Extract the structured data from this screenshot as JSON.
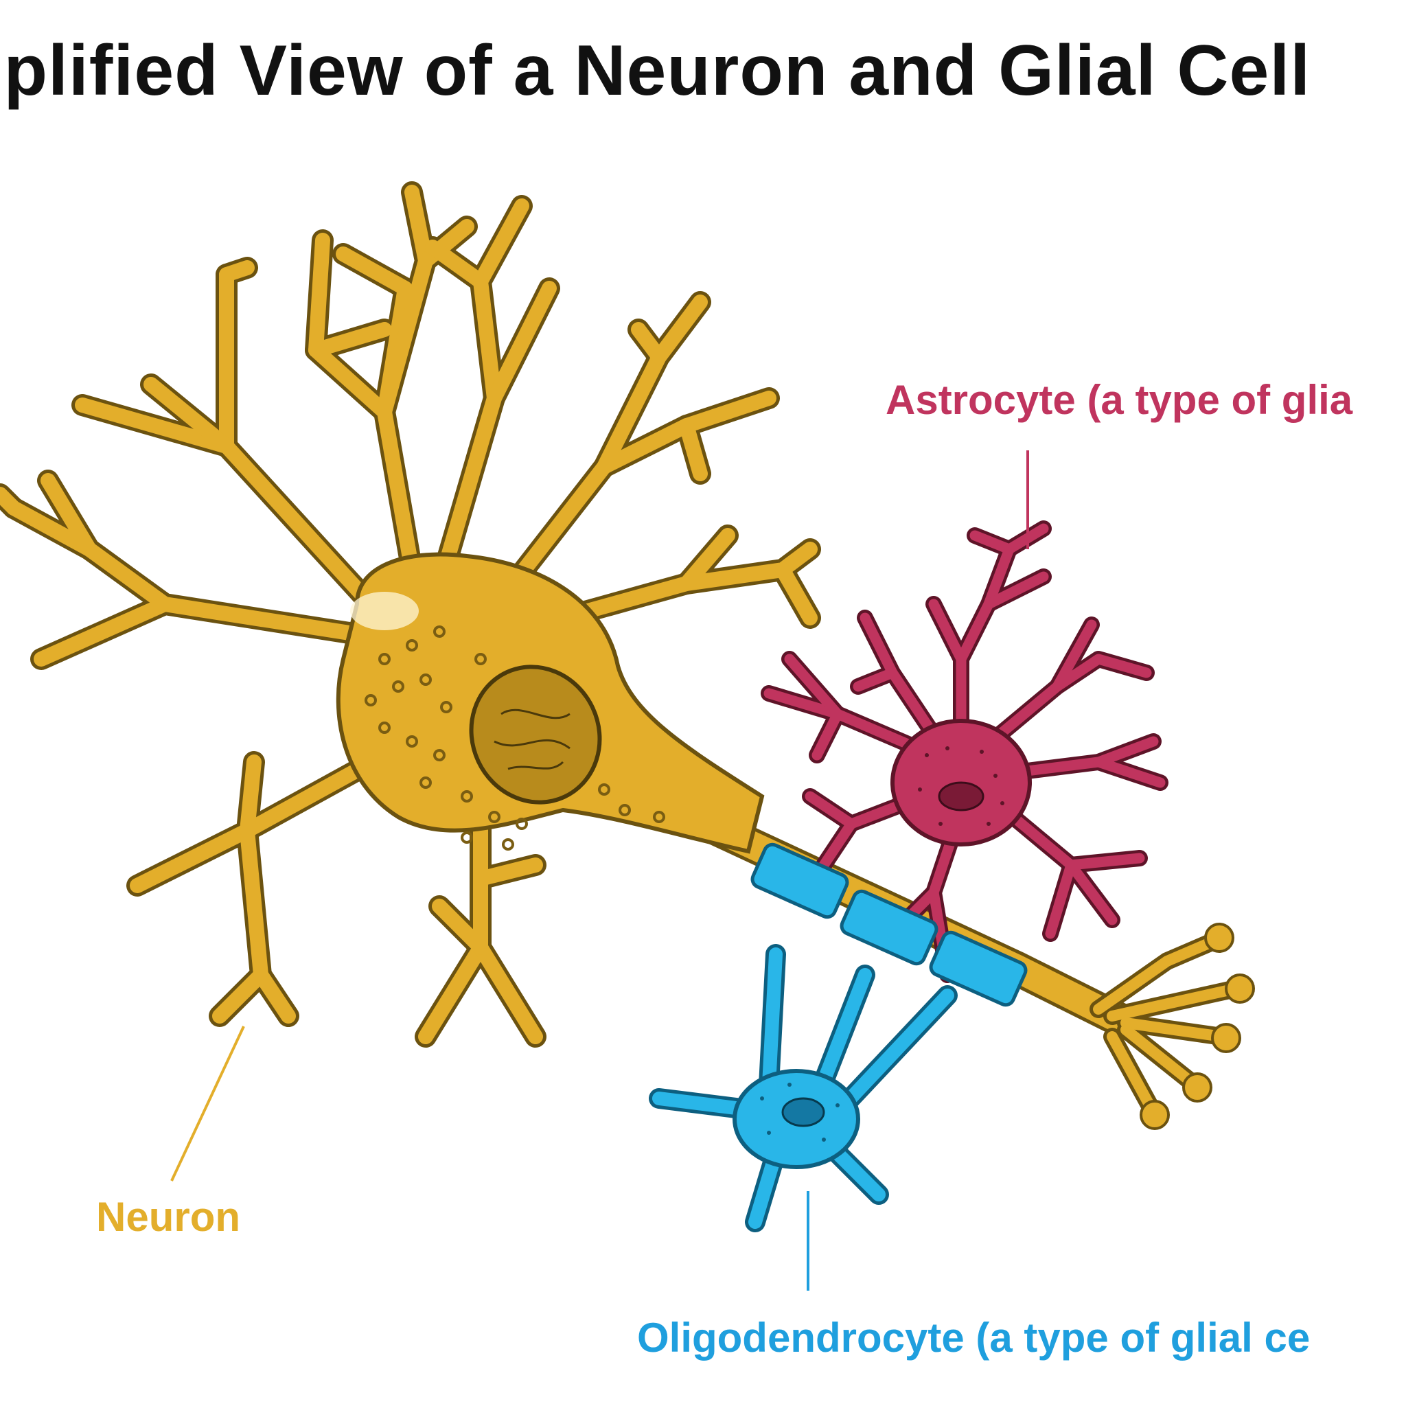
{
  "title": "mplified View of a Neuron and Glial Cell",
  "labels": {
    "astrocyte": "Astrocyte (a type of glia",
    "neuron": "Neuron",
    "oligodendrocyte": "Oligodendrocyte (a type of glial ce"
  },
  "colors": {
    "neuron": "#e3ae2b",
    "neuron_outline": "#6b5210",
    "astrocyte": "#c0345e",
    "astrocyte_outline": "#5e1428",
    "oligodendrocyte": "#29b6e8",
    "oligodendrocyte_outline": "#0d5f80",
    "title": "#111111"
  }
}
